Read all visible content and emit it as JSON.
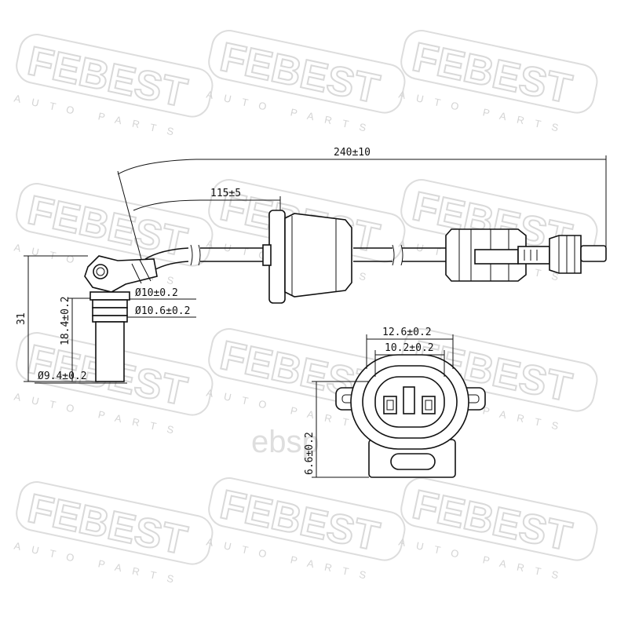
{
  "watermark": {
    "brand": "FEBEST",
    "tagline": "AUTO PARTS"
  },
  "oem_watermark": "ebsp",
  "colors": {
    "line": "#111111",
    "watermark": "#d9d9d9",
    "background": "#ffffff"
  },
  "dimensions": {
    "total_length": "240±10",
    "to_grommet": "115±5",
    "diameter_outer": "Ø10.6±0.2",
    "diameter_inner": "Ø10±0.2",
    "sensor_height": "31",
    "sensor_body": "18.4±0.2",
    "sensor_width": "Ø9.4±0.2",
    "connector_outer": "12.6±0.2",
    "connector_inner": "10.2±0.2",
    "connector_height": "6.6±0.2"
  }
}
